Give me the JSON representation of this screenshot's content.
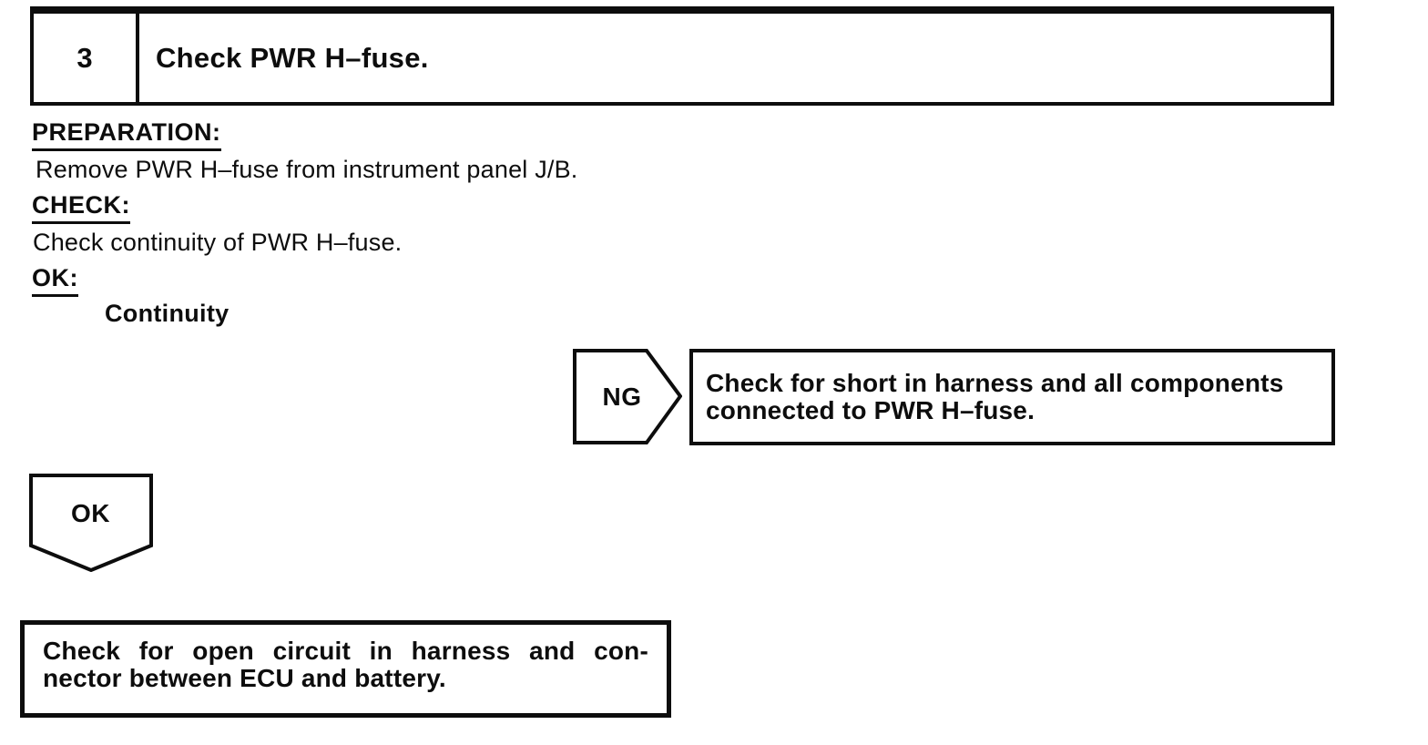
{
  "page": {
    "background": "#ffffff",
    "ink": "#0d0d0d"
  },
  "step_header": {
    "number": "3",
    "title": "Check PWR H–fuse."
  },
  "sections": [
    {
      "label": "PREPARATION:",
      "body": "Remove PWR H–fuse from instrument panel J/B."
    },
    {
      "label": "CHECK:",
      "body": "Check continuity of PWR H–fuse."
    },
    {
      "label": "OK:",
      "body": "Continuity"
    }
  ],
  "flow": {
    "ng_connector": {
      "label": "NG",
      "direction": "right"
    },
    "ng_action": {
      "line1": "Check for short in harness and all components",
      "line2": "connected to PWR H–fuse."
    },
    "ok_connector": {
      "label": "OK",
      "direction": "down"
    },
    "ok_action": {
      "line1": "Check for open circuit in harness and con-",
      "line2": "nector between ECU and battery."
    }
  }
}
